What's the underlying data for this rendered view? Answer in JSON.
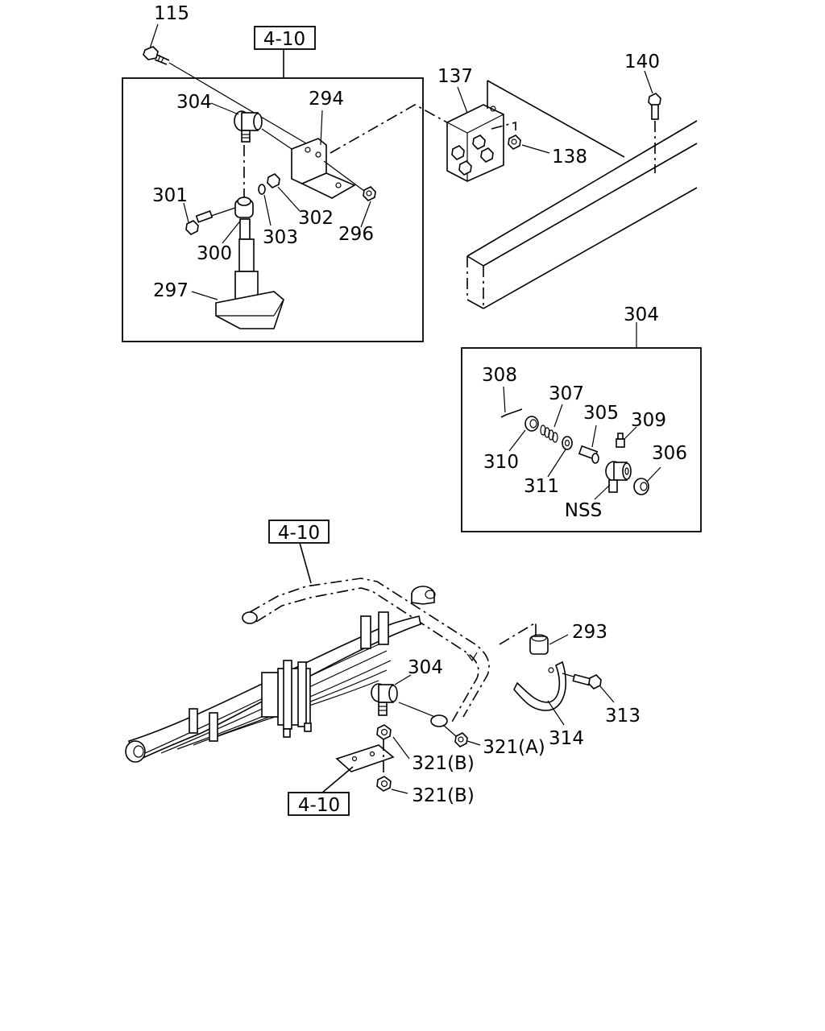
{
  "callouts": {
    "c115": "115",
    "c140": "140",
    "c137": "137",
    "c138": "138",
    "c304a": "304",
    "c294": "294",
    "c301": "301",
    "c300": "300",
    "c303": "303",
    "c302": "302",
    "c296": "296",
    "c297": "297",
    "c304b": "304",
    "c308": "308",
    "c307": "307",
    "c305": "305",
    "c309": "309",
    "c306": "306",
    "c310": "310",
    "c311": "311",
    "nss": "NSS",
    "c293": "293",
    "c304c": "304",
    "c313": "313",
    "c314": "314",
    "c321a": "321(A)",
    "c321b1": "321(B)",
    "c321b2": "321(B)"
  },
  "refs": {
    "ref_top": "4-10",
    "ref_mid": "4-10",
    "ref_bot": "4-10"
  }
}
